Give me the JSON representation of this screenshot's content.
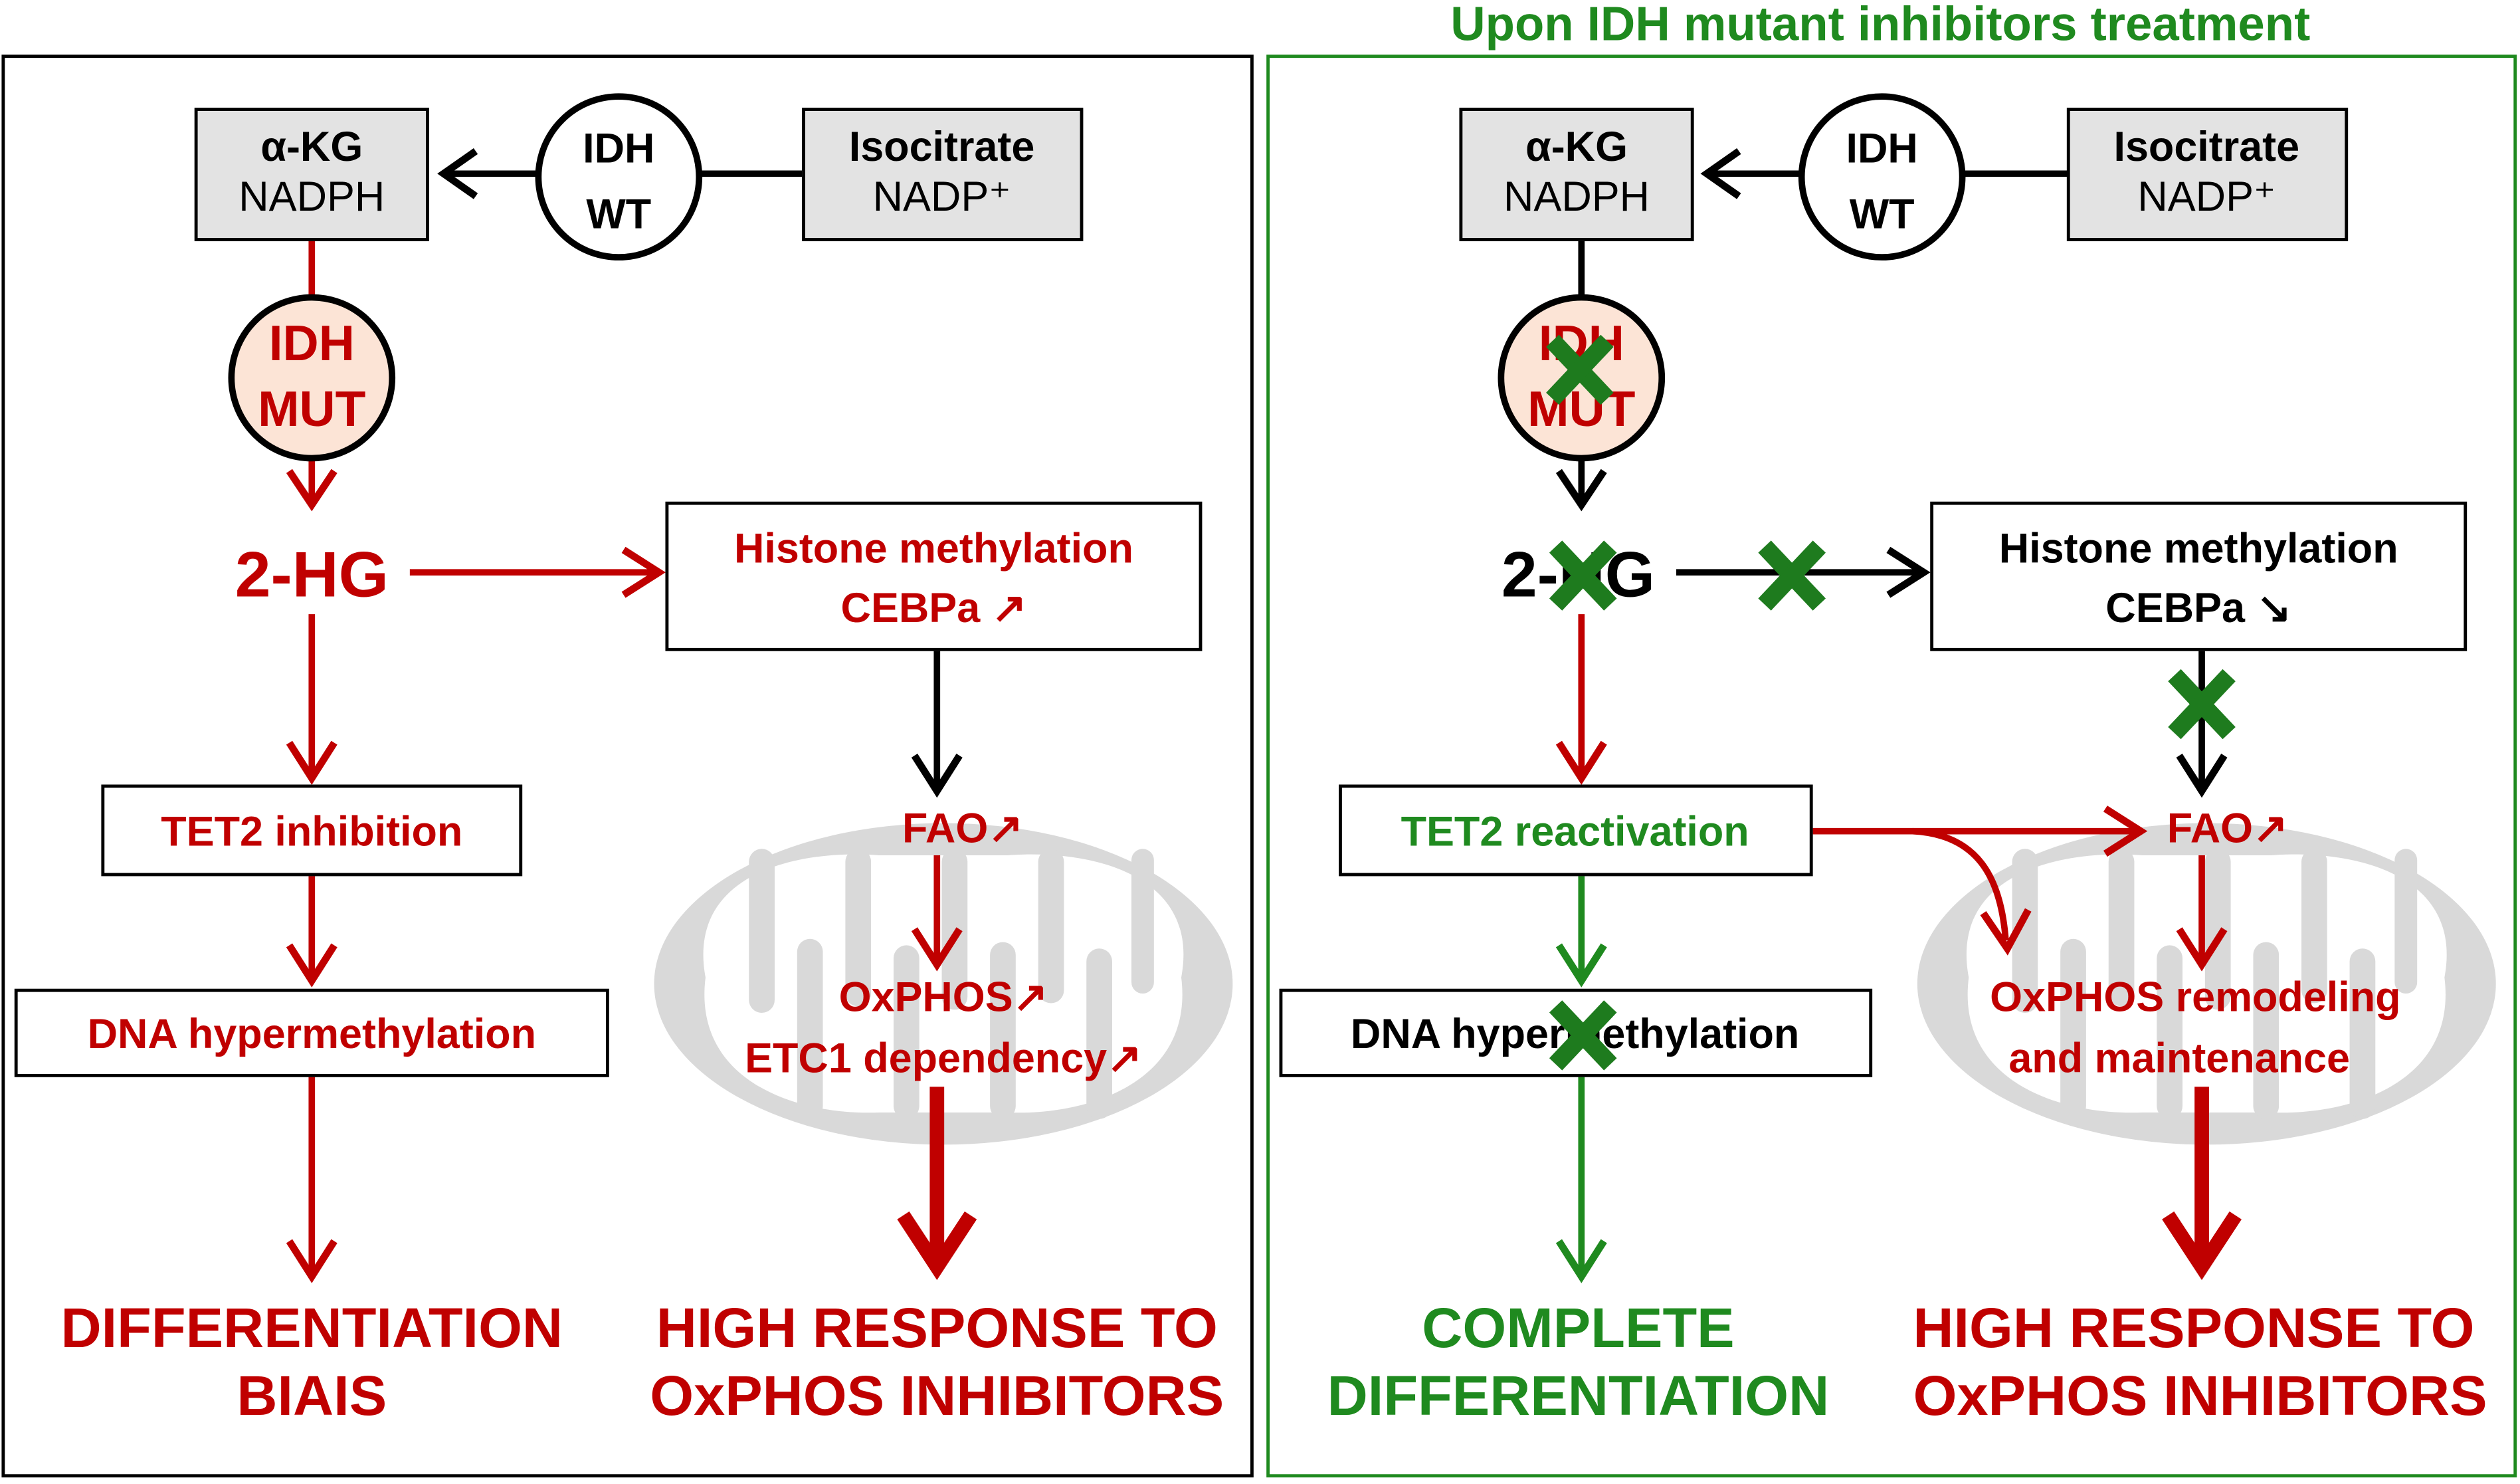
{
  "colors": {
    "red": "#c00000",
    "green": "#1f8a1f",
    "black": "#000000",
    "gray_box": "#e3e3e3",
    "mito": "#d9d9d9",
    "mut_fill": "#fce4d6",
    "cross": "#1e7b1e"
  },
  "right_panel_title": "Upon IDH mutant inhibitors treatment",
  "left": {
    "akg_line1": "α-KG",
    "akg_line2": "NADPH",
    "idh_wt_line1": "IDH",
    "idh_wt_line2": "WT",
    "isocitrate_line1": "Isocitrate",
    "isocitrate_line2": "NADP⁺",
    "idh_mut_line1": "IDH",
    "idh_mut_line2": "MUT",
    "hg": "2-HG",
    "histone_line1": "Histone methylation",
    "histone_line2": "CEBPa ↗",
    "tet2": "TET2 inhibition",
    "dna": "DNA hypermethylation",
    "fao": "FAO↗",
    "oxphos_line1": "OxPHOS↗",
    "oxphos_line2": "ETC1 dependency↗",
    "outcome_a_line1": "DIFFERENTIATION",
    "outcome_a_line2": "BIAIS",
    "outcome_b_line1": "HIGH RESPONSE TO",
    "outcome_b_line2": "OxPHOS INHIBITORS"
  },
  "right": {
    "akg_line1": "α-KG",
    "akg_line2": "NADPH",
    "idh_wt_line1": "IDH",
    "idh_wt_line2": "WT",
    "isocitrate_line1": "Isocitrate",
    "isocitrate_line2": "NADP⁺",
    "idh_mut_line1": "IDH",
    "idh_mut_line2": "MUT",
    "hg": "2-HG",
    "histone_line1": "Histone methylation",
    "histone_line2": "CEBPa ↘",
    "tet2": "TET2 reactivation",
    "dna": "DNA hypermethylation",
    "fao": "FAO↗",
    "oxphos_line1": "OxPHOS remodeling",
    "oxphos_line2": "and maintenance",
    "outcome_a_line1": "COMPLETE",
    "outcome_a_line2": "DIFFERENTIATION",
    "outcome_b_line1": "HIGH RESPONSE TO",
    "outcome_b_line2": "OxPHOS INHIBITORS"
  }
}
